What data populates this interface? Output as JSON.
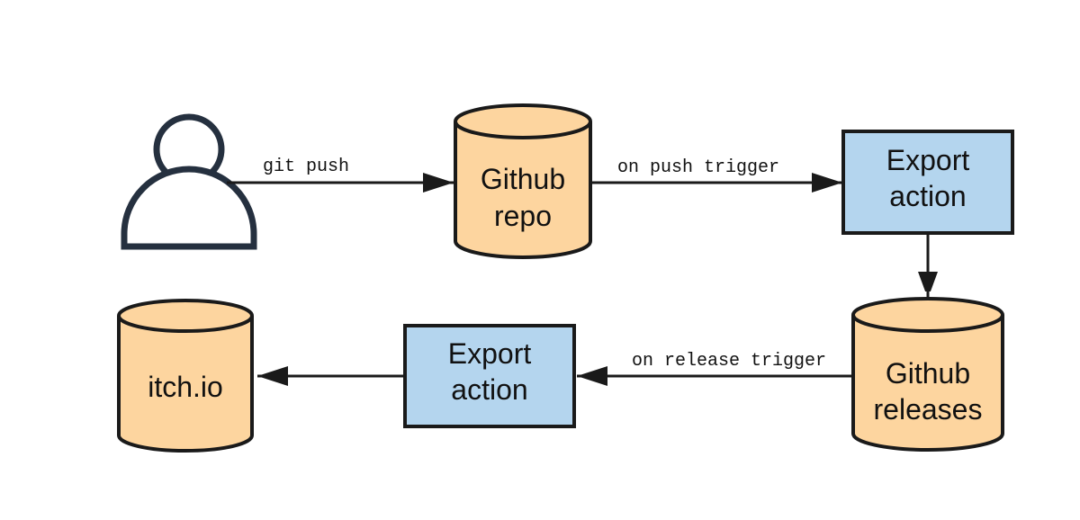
{
  "colors": {
    "stroke": "#1a1a1a",
    "person_stroke": "#25303f",
    "storage_fill": "#fdd59f",
    "action_fill": "#b4d5ee",
    "background": "#ffffff"
  },
  "nodes": {
    "user": {
      "icon": "user-icon"
    },
    "github_repo": {
      "line1": "Github",
      "line2": "repo"
    },
    "export_action_top": {
      "line1": "Export",
      "line2": "action"
    },
    "github_releases": {
      "line1": "Github",
      "line2": "releases"
    },
    "export_action_bottom": {
      "line1": "Export",
      "line2": "action"
    },
    "itch_io": {
      "label": "itch.io"
    }
  },
  "edges": {
    "git_push": "git push",
    "on_push_trigger": "on push trigger",
    "on_release_trigger": "on release trigger"
  }
}
